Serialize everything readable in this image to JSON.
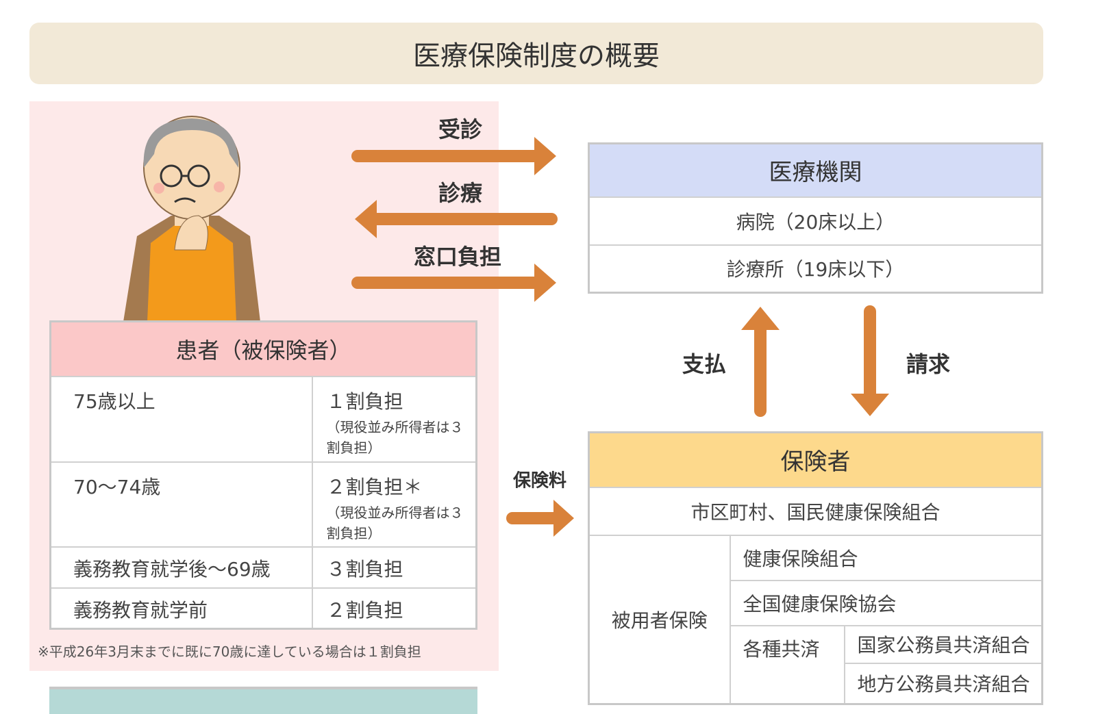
{
  "title": "医療保険制度の概要",
  "arrows": {
    "visit": "受診",
    "treatment": "診療",
    "copay": "窓口負担",
    "payment": "支払",
    "claim": "請求",
    "premium": "保険料"
  },
  "patient": {
    "header": "患者（被保険者）",
    "rows": [
      {
        "age": "75歳以上",
        "burden": "１割負担",
        "note": "（現役並み所得者は３割負担）"
      },
      {
        "age": "70～74歳",
        "burden": "２割負担＊",
        "note": "（現役並み所得者は３割負担）"
      },
      {
        "age": "義務教育就学後～69歳",
        "burden": "３割負担"
      },
      {
        "age": "義務教育就学前",
        "burden": "２割負担"
      }
    ],
    "footnote": "※平成26年3月末までに既に70歳に達している場合は１割負担"
  },
  "medical": {
    "header": "医療機関",
    "rows": [
      "病院（20床以上）",
      "診療所（19床以下）"
    ]
  },
  "insurer": {
    "header": "保険者",
    "national": "市区町村、国民健康保険組合",
    "employee": "被用者保険",
    "union": "健康保険組合",
    "association": "全国健康保険協会",
    "mutual": "各種共済",
    "mutual_items": [
      "国家公務員共済組合",
      "地方公務員共済組合"
    ]
  },
  "colors": {
    "arrow": "#d9823a",
    "patient_header": "#fbc8c8",
    "medical_header": "#d4dcf7",
    "insurer_header": "#fdd98c"
  }
}
